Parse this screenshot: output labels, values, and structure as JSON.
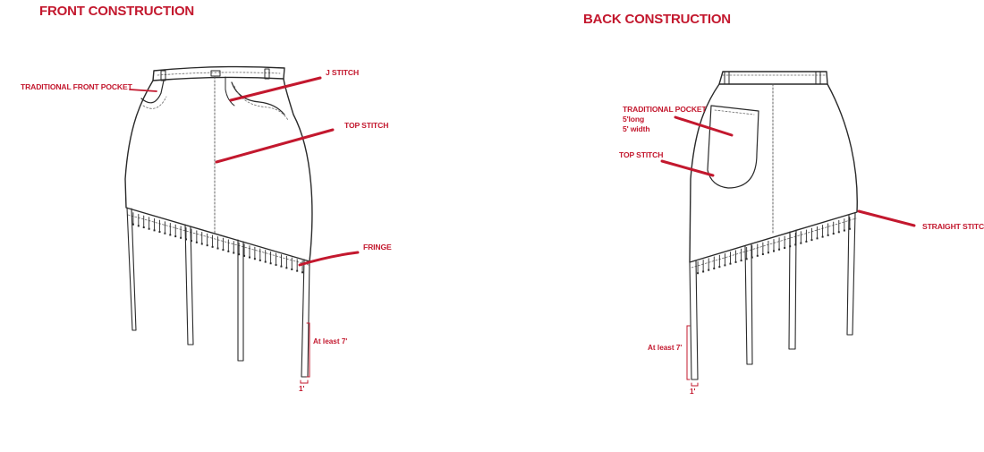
{
  "colors": {
    "accent": "#c3182e",
    "outline": "#2a2a2a",
    "detail": "#6a6a6a"
  },
  "front": {
    "title": "FRONT CONSTRUCTION",
    "labels": {
      "pocket": "TRADITIONAL FRONT POCKET",
      "j_stitch": "J STITCH",
      "top_stitch": "TOP STITCH",
      "fringe": "FRINGE",
      "length": "At least 7'",
      "width": "1'"
    }
  },
  "back": {
    "title": "BACK CONSTRUCTION",
    "labels": {
      "pocket_title": "TRADITIONAL POCKET",
      "pocket_long": "5'long",
      "pocket_width": "5' width",
      "top_stitch": "TOP STITCH",
      "straight_stitch": "STRAIGHT STITCH",
      "length": "At least 7'",
      "width": "1'"
    }
  }
}
